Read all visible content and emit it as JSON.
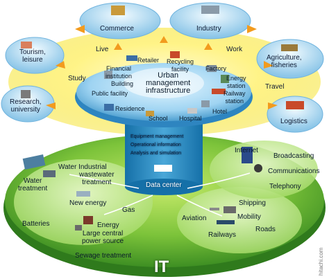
{
  "top_nodes": {
    "commerce": "Commerce",
    "industry": "Industry",
    "tourism": "Tourism,\nleisure",
    "agriculture": "Agriculture,\nfisheries",
    "research": "Research,\nuniversity",
    "logistics": "Logistics"
  },
  "activities": {
    "live": "Live",
    "work": "Work",
    "study": "Study",
    "travel": "Travel"
  },
  "urban": {
    "center": "Urban\nmanagement\ninfrastructure",
    "retailer": "Retailer",
    "financial": "Financial\ninstitution",
    "recycling": "Recycling\nfacility",
    "factory": "Factory",
    "building": "Building",
    "public_facility": "Public facility",
    "energy_station": "Energy\nstation",
    "railway_station": "Railway\nstation",
    "residence": "Residence",
    "school": "School",
    "hospital": "Hospital",
    "hotel": "Hotel"
  },
  "column": {
    "items": [
      "Equipment management",
      "Operational information",
      "Analysis and simulation"
    ],
    "data_center": "Data center"
  },
  "it_layer": {
    "title": "IT",
    "water_industrial": "Water Industrial",
    "wastewater": "wastewater\ntreatment",
    "water_treatment": "Water\ntreatment",
    "new_energy": "New energy",
    "gas": "Gas",
    "batteries": "Batteries",
    "energy": "Energy",
    "central_power": "Large central\npower source",
    "sewage": "Sewage treatment",
    "internet": "Internet",
    "broadcasting": "Broadcasting",
    "communications": "Communications",
    "telephony": "Telephony",
    "shipping": "Shipping",
    "aviation": "Aviation",
    "mobility": "Mobility",
    "roads": "Roads",
    "railways": "Railways"
  },
  "credit": "hitachi.com"
}
